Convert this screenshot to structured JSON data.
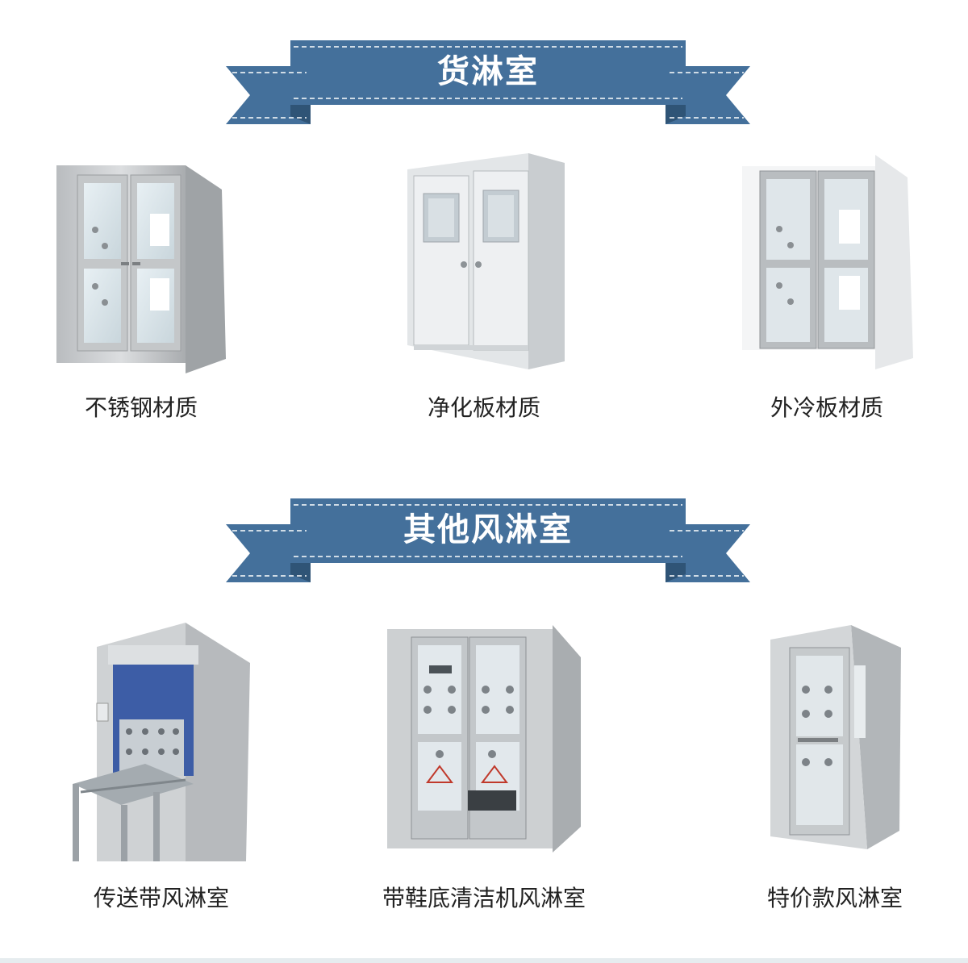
{
  "sections": [
    {
      "title": "货淋室",
      "items": [
        {
          "caption": "不锈钢材质",
          "icon": "stainless-steel-air-shower-image"
        },
        {
          "caption": "净化板材质",
          "icon": "purification-panel-air-shower-image"
        },
        {
          "caption": "外冷板材质",
          "icon": "cold-rolled-panel-air-shower-image"
        }
      ]
    },
    {
      "title": "其他风淋室",
      "items": [
        {
          "caption": "传送带风淋室",
          "icon": "conveyor-air-shower-image"
        },
        {
          "caption": "带鞋底清洁机风淋室",
          "icon": "shoe-cleaner-air-shower-image"
        },
        {
          "caption": "特价款风淋室",
          "icon": "special-offer-air-shower-image"
        }
      ]
    }
  ],
  "colors": {
    "banner": "#44709b",
    "banner_dark": "#2f5476",
    "stitch": "#ffffff",
    "caption": "#222222"
  }
}
